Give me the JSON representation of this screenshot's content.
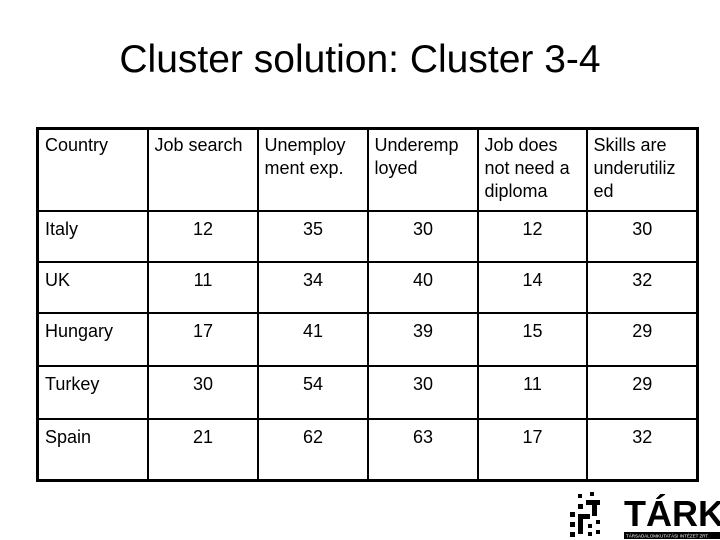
{
  "title": "Cluster solution: Cluster 3-4",
  "table": {
    "headers": [
      "Country",
      "Job search",
      "Unemploy ment exp.",
      "Underemp loyed",
      "Job does not need a diploma",
      "Skills are underutiliz ed"
    ],
    "rows": [
      [
        "Italy",
        "12",
        "35",
        "30",
        "12",
        "30"
      ],
      [
        "UK",
        "11",
        "34",
        "40",
        "14",
        "32"
      ],
      [
        "Hungary",
        "17",
        "41",
        "39",
        "15",
        "29"
      ],
      [
        "Turkey",
        "30",
        "54",
        "30",
        "11",
        "29"
      ],
      [
        "Spain",
        "21",
        "62",
        "63",
        "17",
        "32"
      ]
    ]
  },
  "logo": {
    "text": "TÁRKI",
    "subtitle": "TÁRSADALOMKUTATÁSI INTÉZET ZRT."
  }
}
